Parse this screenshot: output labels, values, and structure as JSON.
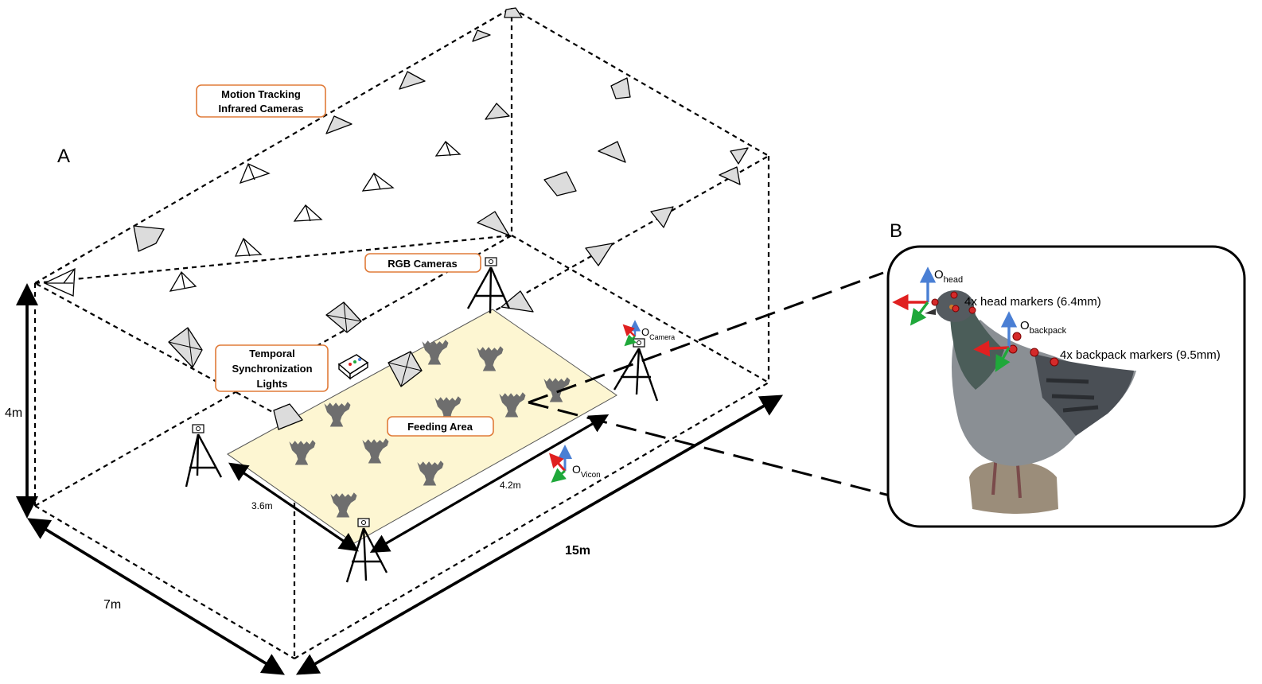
{
  "panel_a": {
    "letter": "A",
    "labels": {
      "ir_cameras_line1": "Motion Tracking",
      "ir_cameras_line2": "Infrared Cameras",
      "rgb_cameras": "RGB Cameras",
      "sync_line1": "Temporal",
      "sync_line2": "Synchronization",
      "sync_line3": "Lights",
      "feeding_area": "Feeding Area"
    },
    "dimensions": {
      "height": "4m",
      "width": "7m",
      "length": "15m",
      "feed_width": "3.6m",
      "feed_length": "4.2m"
    },
    "origins": {
      "vicon_main": "O",
      "vicon_sub": "Vicon",
      "camera_main": "O",
      "camera_sub": "Camera"
    }
  },
  "panel_b": {
    "letter": "B",
    "origins": {
      "head_main": "O",
      "head_sub": "head",
      "backpack_main": "O",
      "backpack_sub": "backpack"
    },
    "markers": {
      "head": "4x head markers (6.4mm)",
      "backpack": "4x backpack markers (9.5mm)"
    }
  },
  "colors": {
    "callout_border": "#e07b39",
    "feeding_area_fill": "#fdf6d2",
    "axis_x": "#e02020",
    "axis_y": "#1fa83a",
    "axis_z": "#4a7fd4",
    "marker": "#d42a2a",
    "feeder": "#6e6e6e"
  }
}
